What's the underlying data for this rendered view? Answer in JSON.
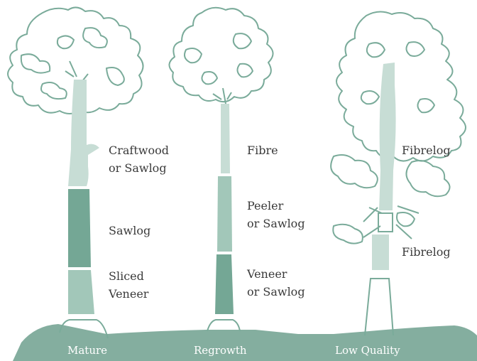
{
  "colors": {
    "outline": "#7aab9a",
    "ground": "#84ae9f",
    "trunk_light": "#c7ddd5",
    "trunk_mid": "#a2c7b9",
    "trunk_dark": "#74a795",
    "label_text": "#3a3a3a",
    "ground_text": "#ffffff"
  },
  "trees": [
    {
      "name": "Mature",
      "segments": [
        {
          "lines": [
            "Craftwood",
            "or Sawlog"
          ]
        },
        {
          "lines": [
            "Sawlog"
          ]
        },
        {
          "lines": [
            "Sliced",
            "Veneer"
          ]
        }
      ]
    },
    {
      "name": "Regrowth",
      "segments": [
        {
          "lines": [
            "Fibre"
          ]
        },
        {
          "lines": [
            "Peeler",
            "or Sawlog"
          ]
        },
        {
          "lines": [
            "Veneer",
            "or Sawlog"
          ]
        }
      ]
    },
    {
      "name": "Low Quality",
      "segments": [
        {
          "lines": [
            "Fibrelog"
          ]
        },
        {
          "lines": [
            "Fibrelog"
          ]
        }
      ]
    }
  ]
}
